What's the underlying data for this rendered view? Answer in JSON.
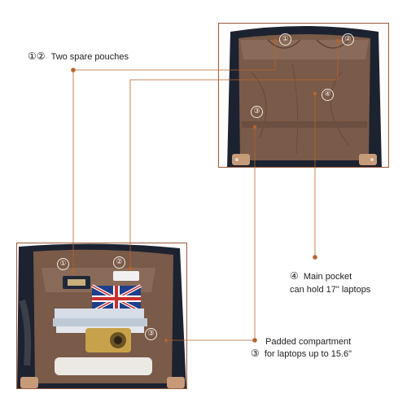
{
  "callouts": {
    "pouches": {
      "markers": "①②",
      "text": "Two spare pouches"
    },
    "main_pocket": {
      "marker": "④",
      "line1": "Main pocket",
      "line2": "can hold 17\"  laptops"
    },
    "padded": {
      "marker": "③",
      "line1": "Padded compartment",
      "line2": "for laptops up to 15.6\""
    }
  },
  "top_photo_markers": [
    "①",
    "②",
    "③",
    "④"
  ],
  "bottom_photo_markers": [
    "①",
    "②",
    "③"
  ],
  "colors": {
    "accent": "#9a5a3a",
    "lining": "#7a5a48",
    "bag_shell": "#1c2230",
    "leader_dot": "#b5652e"
  }
}
